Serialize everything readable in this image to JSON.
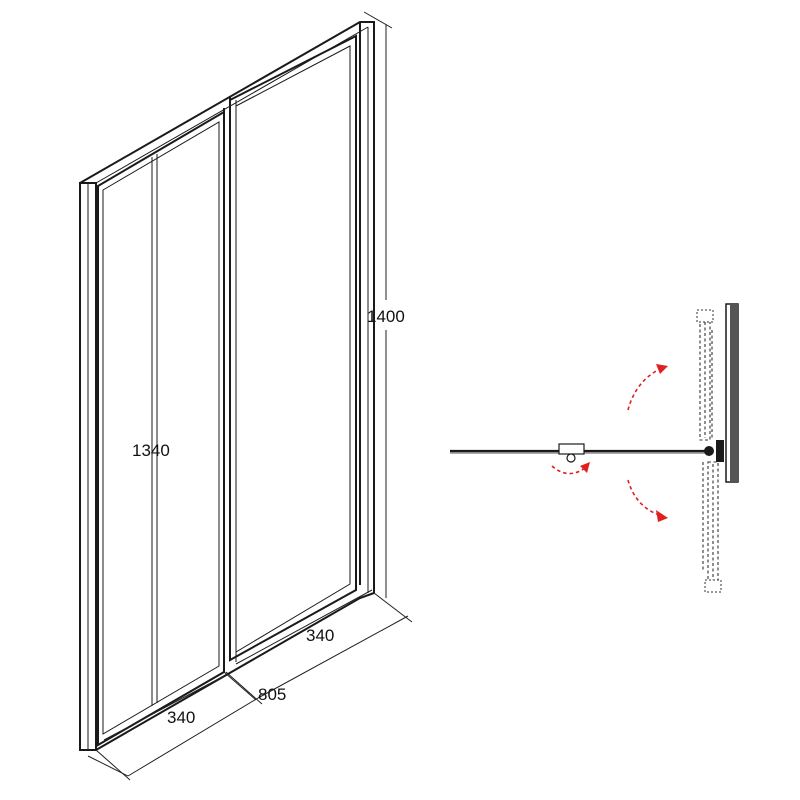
{
  "colors": {
    "line": "#1a1a1a",
    "swing_arrow": "#e02020",
    "wall": "#555555"
  },
  "dimensions": {
    "total_height": "1400",
    "glass_height": "1340",
    "total_width": "805",
    "left_panel_width": "340",
    "right_panel_width": "340"
  },
  "plan_view": {
    "swing_directions": [
      "outward",
      "inward"
    ]
  }
}
